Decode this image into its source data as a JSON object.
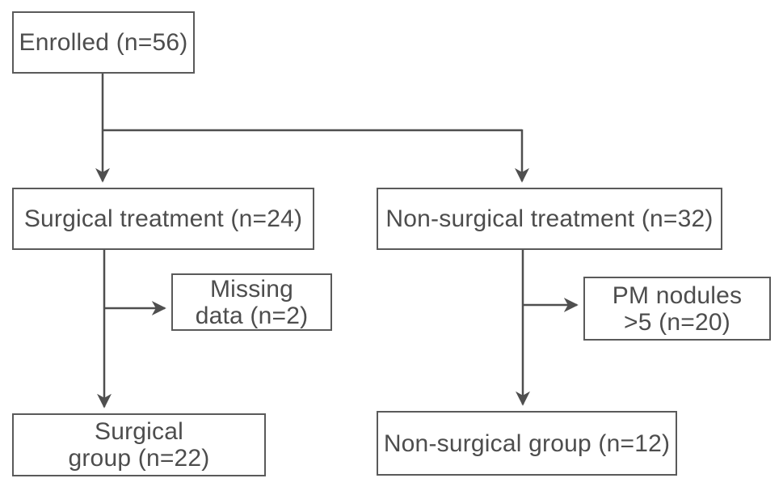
{
  "figure": {
    "type": "flowchart",
    "description": "Patient enrollment and grouping flow diagram"
  },
  "nodes": {
    "enrolled": {
      "label": "Enrolled (n=56)"
    },
    "surgical_treatment": {
      "label": "Surgical treatment (n=24)"
    },
    "non_surgical_treatment": {
      "label": "Non-surgical treatment (n=32)"
    },
    "missing_data": {
      "label": "Missing\ndata (n=2)"
    },
    "pm_nodules": {
      "label": "PM nodules\n>5 (n=20)"
    },
    "surgical_group": {
      "label": "Surgical\ngroup (n=22)"
    },
    "non_surgical_group": {
      "label": "Non-surgical group (n=12)"
    }
  },
  "edges": [
    {
      "from": "Enrolled (n=56)",
      "to": "Surgical treatment (n=24)"
    },
    {
      "from": "Enrolled (n=56)",
      "to": "Non-surgical treatment (n=32)"
    },
    {
      "from": "Surgical treatment (n=24)",
      "to": "Missing data (n=2)"
    },
    {
      "from": "Surgical treatment (n=24)",
      "to": "Surgical group (n=22)"
    },
    {
      "from": "Non-surgical treatment (n=32)",
      "to": "PM nodules >5 (n=20)"
    },
    {
      "from": "Non-surgical treatment (n=32)",
      "to": "Non-surgical group (n=12)"
    }
  ],
  "colors": {
    "background": "#ffffff",
    "box_border": "#5a5a5a",
    "line": "#4f4f4f",
    "text": "#4d4d4d"
  }
}
